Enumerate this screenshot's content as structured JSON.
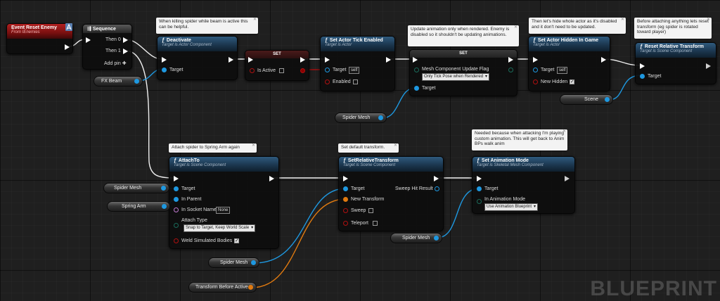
{
  "event_node": {
    "title": "Event Reset Enemy",
    "subtitle": "From IEnemies"
  },
  "sequence_node": {
    "title": "Sequence",
    "then0": "Then 0",
    "then1": "Then 1",
    "add_pin": "Add pin",
    "add_pin_icon": "plus-icon"
  },
  "deactivate_node": {
    "title": "Deactivate",
    "subtitle": "Target is Actor Component",
    "target": "Target",
    "comment": "When killing spider while beam is active this can be helpful."
  },
  "set_active_node": {
    "title": "SET",
    "is_active": "Is Active"
  },
  "set_tick_node": {
    "title": "Set Actor Tick Enabled",
    "subtitle": "Target is Actor",
    "target": "Target",
    "self": "self",
    "enabled": "Enabled"
  },
  "set_mesh_node": {
    "title": "SET",
    "flag_label": "Mesh Component Update Flag",
    "flag_value": "Only Tick Pose when Rendered",
    "target": "Target",
    "comment": "Update animation only when rendered. Enemy is disabled so it shouldn't be updating animations."
  },
  "hidden_node": {
    "title": "Set Actor Hidden In Game",
    "subtitle": "Target is Actor",
    "target": "Target",
    "self": "self",
    "new_hidden": "New Hidden",
    "comment": "Then let's hide whole actor as it's disabled and it don't need to be updated."
  },
  "reset_node": {
    "title": "Reset Relative Transform",
    "subtitle": "Target is Scene Component",
    "target": "Target",
    "comment": "Before attaching anything lets reset transform (eg spider is rotated toward player)"
  },
  "attach_node": {
    "title": "AttachTo",
    "subtitle": "Target is Scene Component",
    "target": "Target",
    "in_parent": "In Parent",
    "socket": "In Socket Name",
    "socket_value": "None",
    "attach_type": "Attach Type",
    "attach_value": "Snap to Target, Keep World Scale",
    "weld": "Weld Simulated Bodies",
    "comment": "Attach spider to Spring Arm again"
  },
  "relative_node": {
    "title": "SetRelativeTransform",
    "subtitle": "Target is Scene Component",
    "target": "Target",
    "new_transform": "New Transform",
    "sweep": "Sweep",
    "teleport": "Teleport",
    "sweep_result": "Sweep Hit Result",
    "comment": "Set default transform."
  },
  "anim_node": {
    "title": "Set Animation Mode",
    "subtitle": "Target is Skeletal Mesh Component",
    "target": "Target",
    "mode": "In Animation Mode",
    "mode_value": "Use Animation Blueprint",
    "comment": "Needed because when attacking I'm playing custom animation. This will get back to Anim BPs walk anim"
  },
  "variables": {
    "fx_beam": "FX Beam",
    "spider_mesh_1": "Spider Mesh",
    "scene": "Scene",
    "spider_mesh_2": "Spider Mesh",
    "spring_arm": "Spring Arm",
    "spider_mesh_3": "Spider Mesh",
    "spider_mesh_4": "Spider Mesh",
    "transform_before": "Transform Before Active"
  },
  "watermark": "BLUEPRINT",
  "colors": {
    "exec": "#ffffff",
    "object": "#1e98e0",
    "bool": "#8a0000",
    "struct": "#e07a10",
    "name": "#c07ad0",
    "function_header": "#2f5a7e",
    "event_header": "#b02020"
  }
}
